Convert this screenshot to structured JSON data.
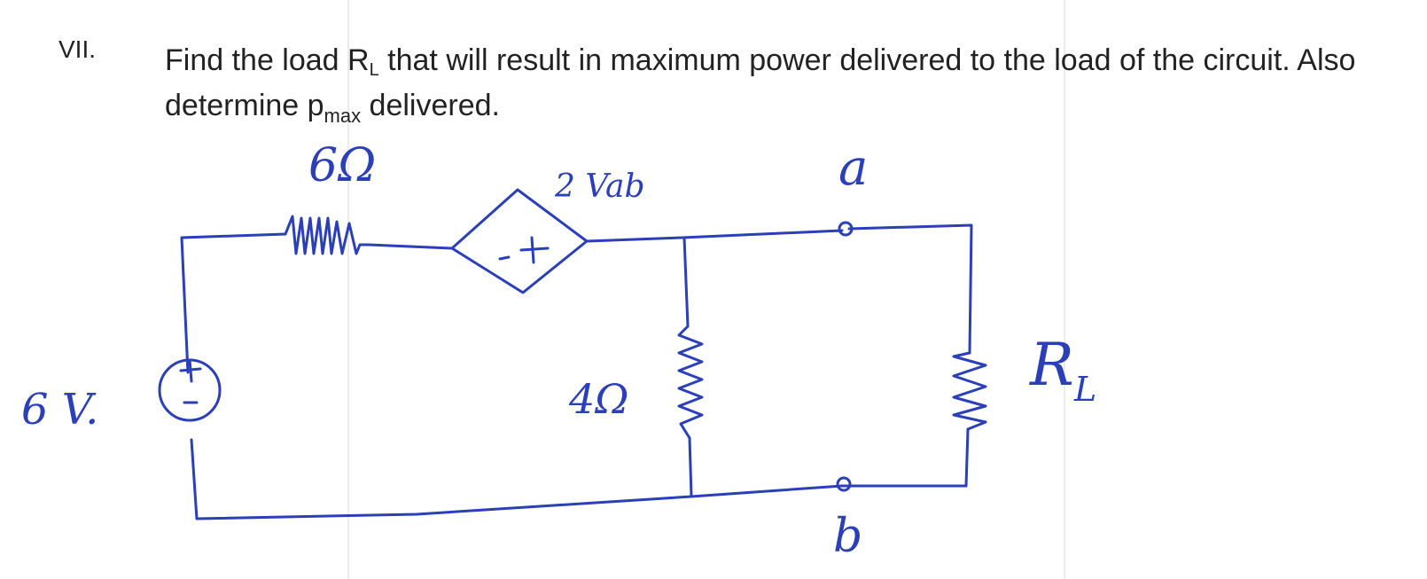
{
  "problem": {
    "number": "VII.",
    "text_part1": "Find the load R",
    "text_sub_L": "L",
    "text_part2": " that will result in maximum power delivered to the load of the circuit. Also determine p",
    "text_sub_max": "max",
    "text_part3": " delivered."
  },
  "circuit": {
    "series_resistor_label": "6Ω",
    "dependent_source_label": "2 Vab",
    "source_voltage_label": "6 V.",
    "shunt_resistor_label": "4Ω",
    "terminal_a_label": "a",
    "terminal_b_label": "b",
    "load_label_main": "R",
    "load_label_sub": "L"
  },
  "colors": {
    "ink": "#2a3fb8",
    "print": "#222222"
  }
}
